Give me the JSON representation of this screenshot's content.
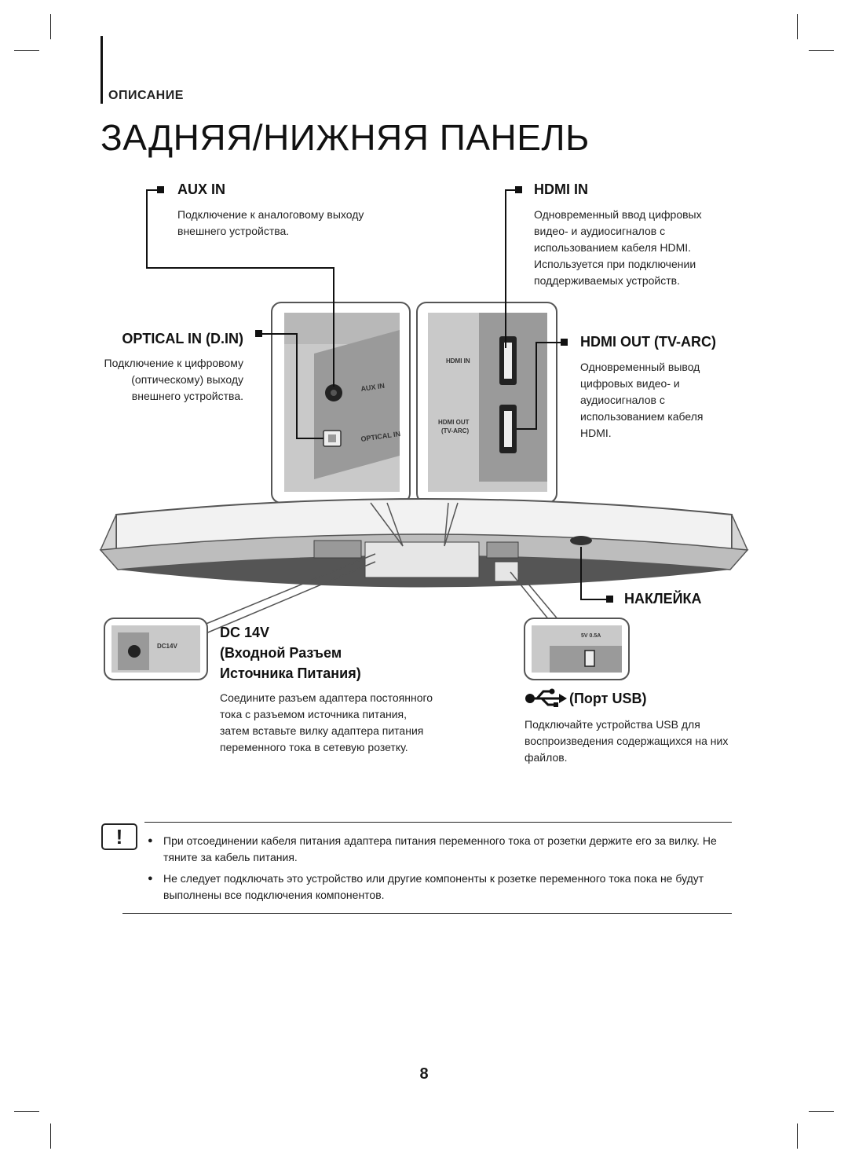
{
  "header": {
    "section": "ОПИСАНИЕ",
    "title": "ЗАДНЯЯ/НИЖНЯЯ ПАНЕЛЬ"
  },
  "callouts": {
    "aux_in": {
      "title": "AUX IN",
      "desc": "Подключение к аналоговому выходу внешнего устройства."
    },
    "hdmi_in": {
      "title": "HDMI IN",
      "desc": "Одновременный ввод цифровых видео- и аудиосигналов с использованием кабеля HDMI. Используется при подключении поддерживаемых устройств."
    },
    "optical_in": {
      "title": "OPTICAL IN (D.IN)",
      "desc": "Подключение к цифровому (оптическому) выходу внешнего устройства."
    },
    "hdmi_out": {
      "title": "HDMI OUT (TV-ARC)",
      "desc": "Одновременный вывод цифровых видео- и аудиосигналов с использованием кабеля HDMI."
    },
    "label": {
      "title": "НАКЛЕЙКА"
    },
    "dc": {
      "title_line1": "DC 14V",
      "title_line2": "(Входной Разъем",
      "title_line3": "Источника Питания)",
      "desc": "Соедините разъем адаптера постоянного тока с разъемом источника питания, затем вставьте вилку адаптера питания переменного тока в сетевую розетку."
    },
    "usb": {
      "title": "(Порт USB)",
      "desc": "Подключайте устройства USB для воспроизведения содержащихся на них файлов."
    }
  },
  "device_labels": {
    "aux_in": "AUX IN",
    "optical_in": "OPTICAL IN",
    "hdmi_in": "HDMI IN",
    "hdmi_out_1": "HDMI OUT",
    "hdmi_out_2": "(TV-ARC)",
    "dc14v": "DC14V",
    "usb_rating": "5V 0.5A"
  },
  "notes": {
    "icon": "!",
    "items": [
      "При отсоединении кабеля питания адаптера питания переменного тока от розетки держите его за вилку. Не тяните за кабель питания.",
      "Не следует подключать это устройство или другие компоненты к розетке переменного тока пока не будут выполнены все подключения компонентов."
    ]
  },
  "page_number": "8",
  "icons": {
    "usb": "usb-icon",
    "caution": "caution-icon"
  }
}
